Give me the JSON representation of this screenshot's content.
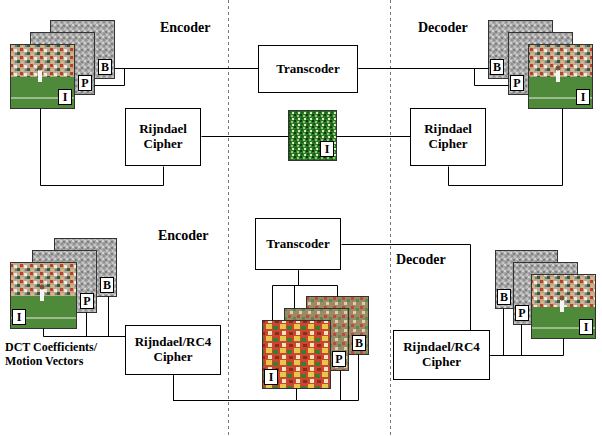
{
  "diagram": {
    "nodes": [
      {
        "text": [
          "I"
        ]
      },
      {
        "text": [
          "P"
        ]
      },
      {
        "text": [
          "B"
        ]
      },
      {
        "text": [
          "Transcoder"
        ]
      },
      {
        "text": [
          "B"
        ]
      },
      {
        "text": [
          "P"
        ]
      },
      {
        "text": [
          "I"
        ]
      },
      {
        "text": [
          "Rijndael Cipher"
        ]
      },
      {
        "text": [
          "I"
        ]
      },
      {
        "text": [
          "Rijndael Cipher"
        ]
      },
      {
        "text": [
          "Transcoder"
        ]
      },
      {
        "text": [
          "I"
        ]
      },
      {
        "text": [
          "P"
        ]
      },
      {
        "text": [
          "B"
        ]
      },
      {
        "text": [
          "Rijndael/RC4 Cipher"
        ]
      },
      {
        "text": [
          "I"
        ]
      },
      {
        "text": [
          "P"
        ]
      },
      {
        "text": [
          "B"
        ]
      },
      {
        "text": [
          "Rijndael/RC4 Cipher"
        ]
      },
      {
        "text": [
          "B"
        ]
      },
      {
        "text": [
          "P"
        ]
      },
      {
        "text": [
          "I"
        ]
      }
    ],
    "edges": [
      {
        "from": 2,
        "to": 3,
        "arrow": "none"
      },
      {
        "from": 1,
        "to": 3,
        "arrow": "none"
      },
      {
        "from": 3,
        "to": 4,
        "arrow": "none"
      },
      {
        "from": 3,
        "to": 5,
        "arrow": "none"
      },
      {
        "from": 0,
        "to": 7,
        "arrow": "none"
      },
      {
        "from": 7,
        "to": 8,
        "arrow": "none"
      },
      {
        "from": 8,
        "to": 9,
        "arrow": "none"
      },
      {
        "from": 9,
        "to": 6,
        "arrow": "none"
      },
      {
        "from": 11,
        "to": 14,
        "arrow": "none"
      },
      {
        "from": 12,
        "to": 14,
        "arrow": "none"
      },
      {
        "from": 13,
        "to": 14,
        "arrow": "none"
      },
      {
        "from": 14,
        "to": 15,
        "arrow": "none"
      },
      {
        "from": 14,
        "to": 16,
        "arrow": "none"
      },
      {
        "from": 14,
        "to": 17,
        "arrow": "none"
      },
      {
        "from": 15,
        "to": 10,
        "arrow": "none"
      },
      {
        "from": 16,
        "to": 10,
        "arrow": "none"
      },
      {
        "from": 17,
        "to": 10,
        "arrow": "none"
      },
      {
        "from": 10,
        "to": 18,
        "arrow": "none"
      },
      {
        "from": 18,
        "to": 19,
        "arrow": "none"
      },
      {
        "from": 18,
        "to": 20,
        "arrow": "none"
      },
      {
        "from": 18,
        "to": 21,
        "arrow": "none"
      }
    ],
    "labels": [
      "Encoder",
      "Decoder",
      "Encoder",
      "Decoder",
      "DCT Coefficients/ Motion Vectors"
    ]
  }
}
